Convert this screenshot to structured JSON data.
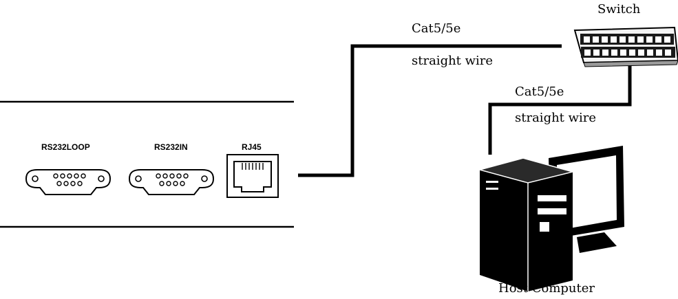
{
  "device_panel": {
    "ports": {
      "rs232loop": "RS232LOOP",
      "rs232in": "RS232IN",
      "rj45": "RJ45"
    }
  },
  "links": {
    "panel_to_switch": {
      "cable": "Cat5/5e",
      "type": "straight wire"
    },
    "switch_to_host": {
      "cable": "Cat5/5e",
      "type": "straight wire"
    }
  },
  "switch": {
    "label": "Switch"
  },
  "host": {
    "label": "Host Computer"
  }
}
